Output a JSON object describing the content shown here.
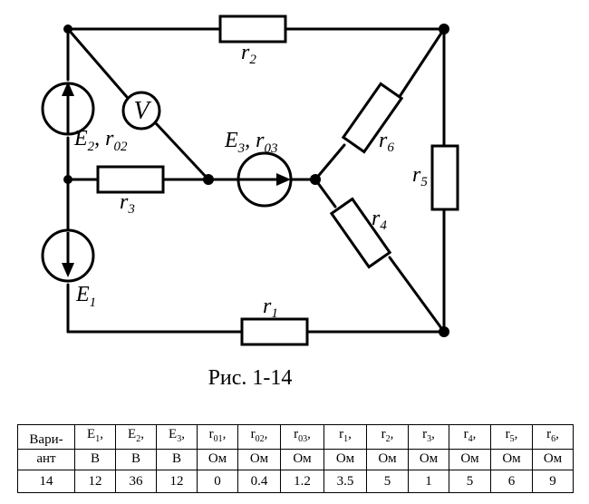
{
  "circuit": {
    "labels": {
      "r2": {
        "base": "r",
        "sub": "2"
      },
      "E2r02": {
        "e": "E",
        "esub": "2",
        "r": ", r",
        "rsub": "02"
      },
      "E3r03": {
        "e": "E",
        "esub": "3",
        "r": ", r",
        "rsub": "03"
      },
      "r6": {
        "base": "r",
        "sub": "6"
      },
      "r5": {
        "base": "r",
        "sub": "5"
      },
      "r4": {
        "base": "r",
        "sub": "4"
      },
      "r3": {
        "base": "r",
        "sub": "3"
      },
      "E1": {
        "base": "E",
        "sub": "1"
      },
      "r1": {
        "base": "r",
        "sub": "1"
      },
      "voltmeter": "V"
    }
  },
  "caption": "Рис. 1-14",
  "table": {
    "headers": [
      {
        "top": "Вари-",
        "bottom": "ант"
      },
      {
        "base": "E",
        "sub": "1",
        "suffix": ",",
        "bottom": "В"
      },
      {
        "base": "E",
        "sub": "2",
        "suffix": ",",
        "bottom": "В"
      },
      {
        "base": "E",
        "sub": "3",
        "suffix": ",",
        "bottom": "В"
      },
      {
        "base": "r",
        "sub": "01",
        "suffix": ",",
        "bottom": "Ом"
      },
      {
        "base": "r",
        "sub": "02",
        "suffix": ",",
        "bottom": "Ом"
      },
      {
        "base": "r",
        "sub": "03",
        "suffix": ",",
        "bottom": "Ом"
      },
      {
        "base": "r",
        "sub": "1",
        "suffix": ",",
        "bottom": "Ом"
      },
      {
        "base": "r",
        "sub": "2",
        "suffix": ",",
        "bottom": "Ом"
      },
      {
        "base": "r",
        "sub": "3",
        "suffix": ",",
        "bottom": "Ом"
      },
      {
        "base": "r",
        "sub": "4",
        "suffix": ",",
        "bottom": "Ом"
      },
      {
        "base": "r",
        "sub": "5",
        "suffix": ",",
        "bottom": "Ом"
      },
      {
        "base": "r",
        "sub": "6",
        "suffix": ",",
        "bottom": "Ом"
      }
    ],
    "values": [
      "14",
      "12",
      "36",
      "12",
      "0",
      "0.4",
      "1.2",
      "3.5",
      "5",
      "1",
      "5",
      "6",
      "9"
    ]
  }
}
